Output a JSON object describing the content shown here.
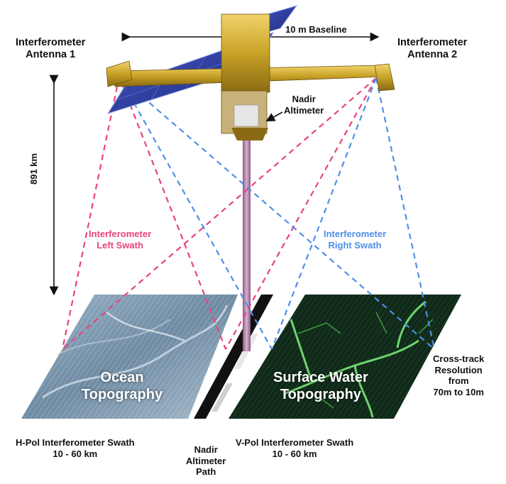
{
  "labels": {
    "antenna1": "Interferometer\nAntenna 1",
    "antenna2": "Interferometer\nAntenna 2",
    "baseline": "10 m Baseline",
    "nadir_altimeter": "Nadir\nAltimeter",
    "altitude": "891 km",
    "left_swath": "Interferometer\nLeft Swath",
    "right_swath": "Interferometer\nRight Swath",
    "ocean": "Ocean\nTopography",
    "surface_water": "Surface Water\nTopography",
    "crosstrack": "Cross-track\nResolution\nfrom\n70m to 10m",
    "hpol": "H-Pol Interferometer Swath\n10 - 60 km",
    "nadir_path": "Nadir\nAltimeter\nPath",
    "vpol": "V-Pol Interferometer Swath\n10 - 60 km"
  },
  "colors": {
    "left_swath": "#e8437e",
    "right_swath": "#4f8fe8",
    "satellite_gold": "#c9a227",
    "solar_panel": "#2a3f9e",
    "ocean_tile": "#6e8ba3",
    "land_tile": "#0f2a18",
    "river": "#6fd36f",
    "nadir_beam": "#b07aa8"
  },
  "icons": [
    "satellite-icon",
    "solar-panel-icon"
  ]
}
